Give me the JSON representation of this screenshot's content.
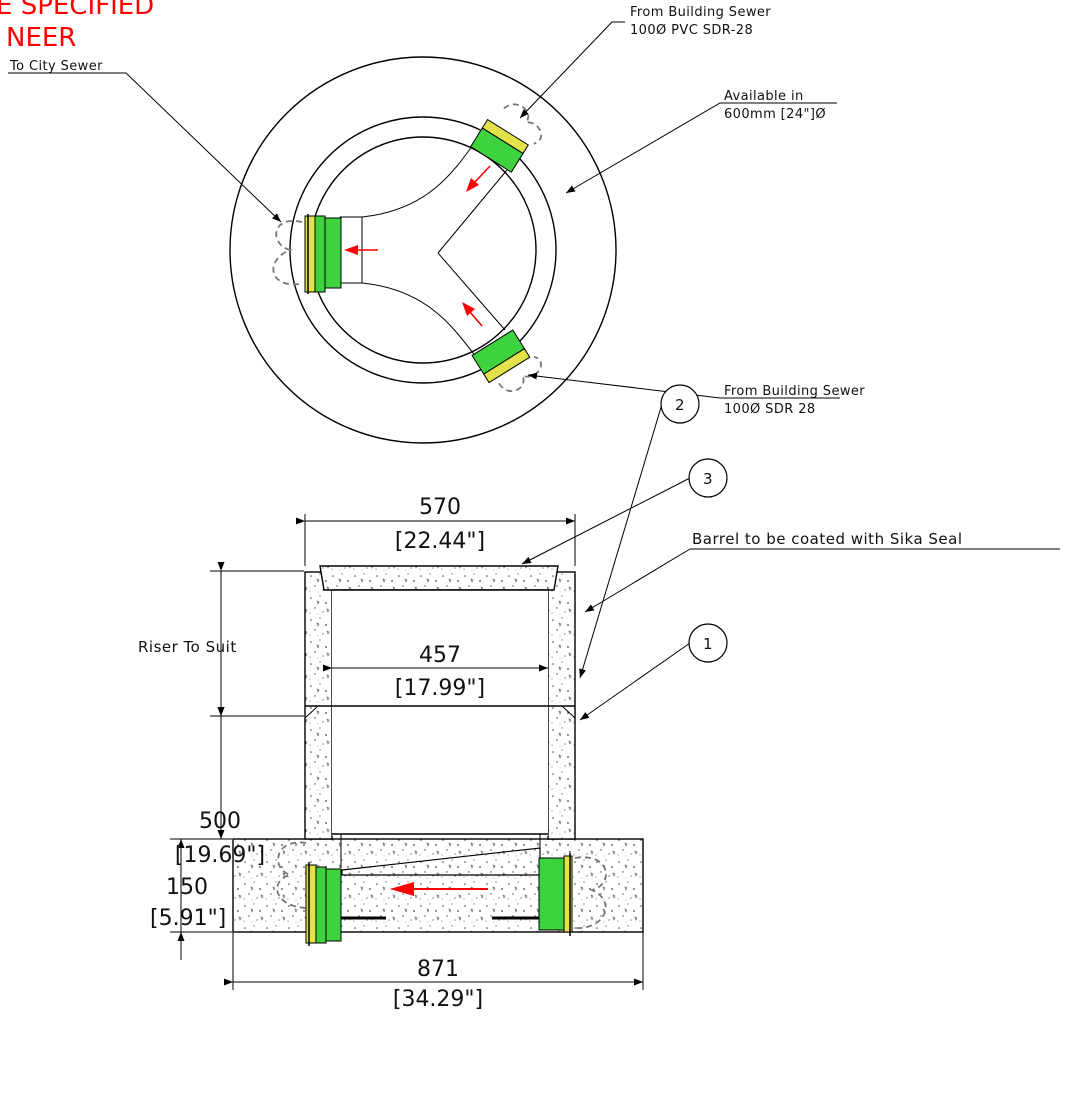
{
  "header": {
    "line1": "E SPECIFIED",
    "line2": "NEER"
  },
  "plan": {
    "to_city_sewer": "To City Sewer",
    "building_sewer_top_title": "From Building Sewer",
    "building_sewer_top_spec": "100Ø PVC SDR-28",
    "available_title": "Available in",
    "available_spec": "600mm [24\"]Ø",
    "building_sewer_bottom_title": "From Building Sewer",
    "building_sewer_bottom_spec": "100Ø SDR 28"
  },
  "section": {
    "top_width": "570",
    "top_width_in": "[22.44\"]",
    "inner_width": "457",
    "inner_width_in": "[17.99\"]",
    "riser_label": "Riser To Suit",
    "barrel_height": "500",
    "barrel_height_in": "[19.69\"]",
    "base_height": "150",
    "base_height_in": "[5.91\"]",
    "base_width": "871",
    "base_width_in": "[34.29\"]",
    "barrel_note": "Barrel to be  coated with Sika Seal"
  },
  "callouts": [
    "3",
    "2",
    "1"
  ],
  "colors": {
    "pipe_green": "#3fd23f",
    "seal_yellow": "#e2e24a",
    "flow_arrow": "#ff0000",
    "header_text": "#ff0000"
  }
}
